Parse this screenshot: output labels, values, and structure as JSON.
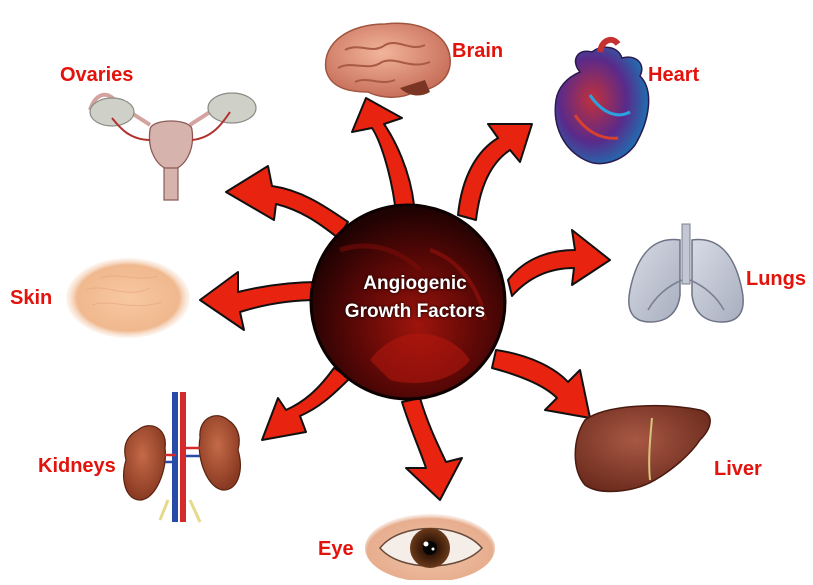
{
  "hub": {
    "line1": "Angiogenic",
    "line2": "Growth Factors"
  },
  "organs": {
    "brain": "Brain",
    "heart": "Heart",
    "lungs": "Lungs",
    "liver": "Liver",
    "eye": "Eye",
    "kidneys": "Kidneys",
    "skin": "Skin",
    "ovaries": "Ovaries"
  },
  "colors": {
    "label": "#e3120b",
    "arrow": "#e8230f",
    "hub_dark": "#2a0303",
    "hub_mid": "#8c0e0a"
  }
}
